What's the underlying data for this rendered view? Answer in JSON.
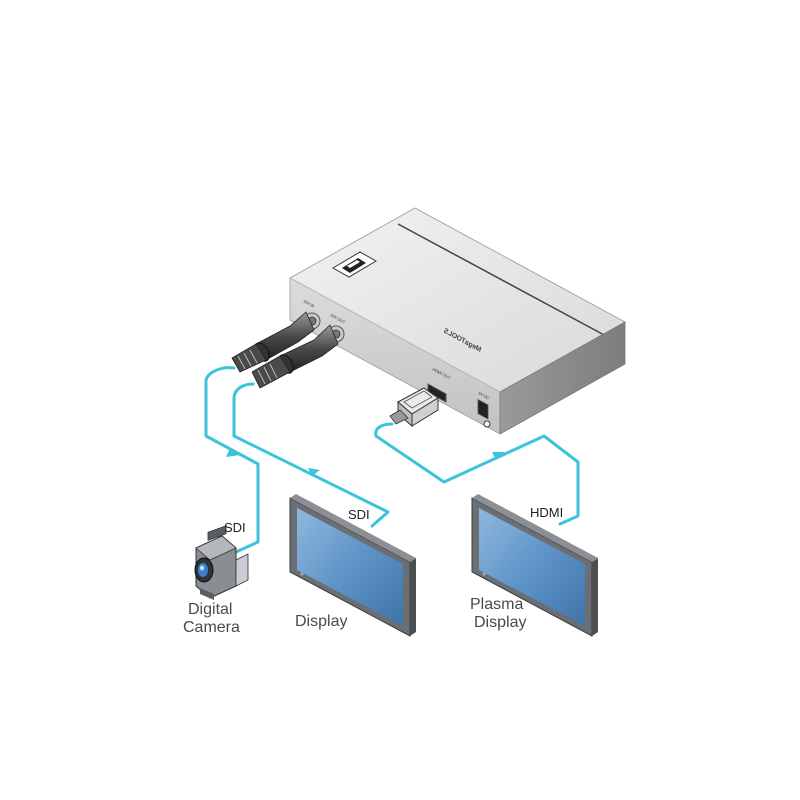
{
  "device": {
    "brand": "MegaTOOLS",
    "port_sdi_in": "SDI IN",
    "port_sdi_out": "SDI OUT",
    "port_hdmi_out": "HDMI OUT",
    "port_power": "5V DC"
  },
  "links": {
    "camera_cable": "SDI",
    "display_cable": "SDI",
    "plasma_cable": "HDMI"
  },
  "devices": {
    "camera_line1": "Digital",
    "camera_line2": "Camera",
    "display": "Display",
    "plasma_line1": "Plasma",
    "plasma_line2": "Display"
  },
  "colors": {
    "cable": "#3cc3dc",
    "screen": "#5e94c8",
    "bezel": "#6b6e72",
    "device_body": "#d6d6d6"
  }
}
